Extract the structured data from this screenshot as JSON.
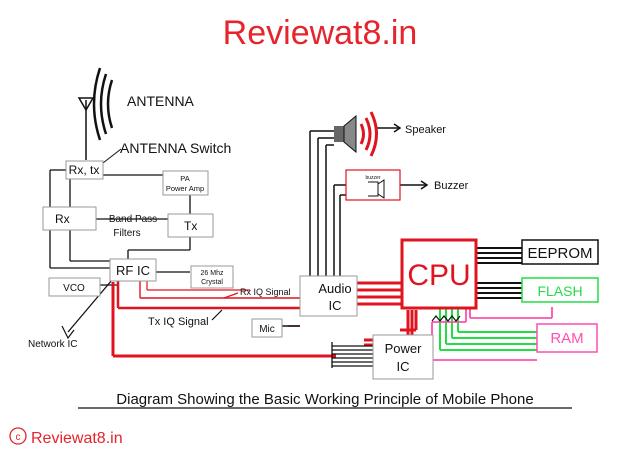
{
  "header": {
    "title": "Reviewat8.in"
  },
  "colors": {
    "title": "#e5242c",
    "wire_red": "#e0141e",
    "wire_black": "#111111",
    "wire_pink": "#ff4fb0",
    "wire_green": "#22dd44",
    "box_border": "#999999"
  },
  "labels": {
    "antenna": "ANTENNA",
    "antenna_switch": "ANTENNA Switch",
    "speaker": "Speaker",
    "buzzer": "Buzzer",
    "buzzer_inner": "buzzer",
    "network_ic": "Network IC",
    "rx_iq": "Rx IQ Signal",
    "tx_iq": "Tx IQ Signal",
    "band_pass_1": "Band Pass",
    "band_pass_2": "Filters"
  },
  "blocks": {
    "rxtx": "Rx, tx",
    "pa_1": "PA",
    "pa_2": "Power Amp",
    "rx": "Rx",
    "tx": "Tx",
    "rfic": "RF IC",
    "vco": "VCO",
    "crystal_1": "26 Mhz",
    "crystal_2": "Crystal",
    "audio_1": "Audio",
    "audio_2": "IC",
    "mic": "Mic",
    "cpu": "CPU",
    "eeprom": "EEPROM",
    "flash": "FLASH",
    "ram": "RAM",
    "power_1": "Power",
    "power_2": "IC"
  },
  "caption": "Diagram Showing the Basic Working Principle of Mobile Phone",
  "footer": {
    "copyright_symbol": "c",
    "site": "Reviewat8.in"
  }
}
